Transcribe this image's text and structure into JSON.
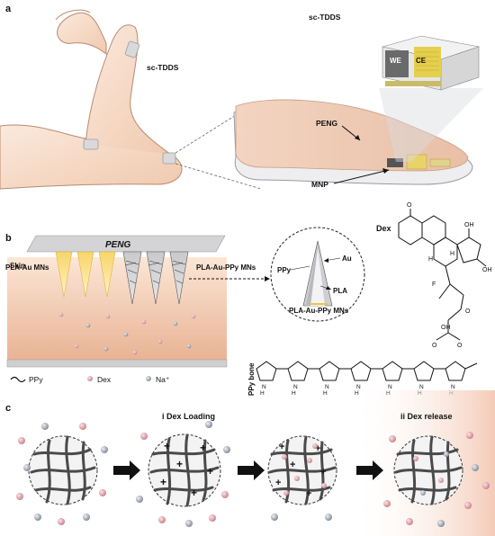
{
  "panels": {
    "a": {
      "letter": "a",
      "arm_device_label": "sc-TDDS",
      "patch_title": "sc-TDDS",
      "peng_label": "PENG",
      "mnp_label": "MNP",
      "we_label": "WE",
      "ce_label": "CE"
    },
    "b": {
      "letter": "b",
      "peng_bar_label": "PENG",
      "pla_au_label": "PLA-Au MNs",
      "pla_au_ppy_label": "PLA-Au-PPy MNs",
      "skin_label": "Skin",
      "zoom_ppy": "PPy",
      "zoom_au": "Au",
      "zoom_pla": "PLA",
      "zoom_caption": "PLA-Au-PPy MNs",
      "dex_label": "Dex",
      "ppy_bone_label": "PPy bone",
      "legend": {
        "ppy": "PPy",
        "dex": "Dex",
        "na": "Na⁺"
      }
    },
    "c": {
      "letter": "c",
      "step_i": "i Dex Loading",
      "step_ii": "ii Dex release"
    }
  },
  "colors": {
    "skin_top": "#f6d9c2",
    "skin_bottom": "#e9b99a",
    "gold": "#f2c94c",
    "dex_particle": "#d9a0a6",
    "na_particle": "#9aa0aa",
    "release_bg": "#f7d6c6"
  }
}
